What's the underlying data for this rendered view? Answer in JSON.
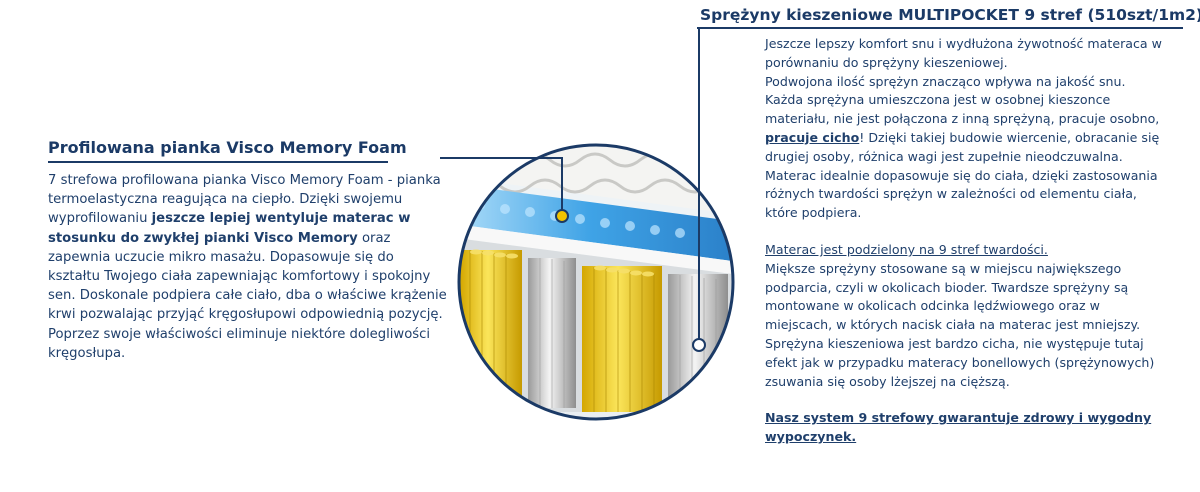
{
  "left": {
    "title": "Profilowana pianka Visco Memory Foam",
    "body_1": "7 strefowa profilowana pianka Visco Memory Foam - pianka termoelastyczna reagująca na ciepło. Dzięki swojemu wyprofilowaniu ",
    "body_bold": "jeszcze lepiej wentyluje materac w stosunku do zwykłej pianki Visco Memory",
    "body_2": " oraz zapewnia uczucie mikro masażu. Dopasowuje się do kształtu Twojego ciała zapewniając komfortowy i spokojny sen. Doskonale podpiera całe ciało, dba o właściwe krążenie krwi pozwalając przyjąć kręgosłupowi odpowiednią pozycję. Poprzez swoje właściwości eliminuje niektóre dolegliwości kręgosłupa."
  },
  "right": {
    "title": "Sprężyny kieszeniowe MULTIPOCKET  9 stref (510szt/1m2)",
    "p1": "Jeszcze lepszy komfort snu i wydłużona żywotność materaca w porównaniu do sprężyny kieszeniowej.",
    "p2_a": "Podwojona ilość sprężyn znacząco wpływa na jakość snu. Każda sprężyna umieszczona jest w osobnej kieszonce materiału, nie jest połączona z inną sprężyną, pracuje osobno, ",
    "p2_link": "pracuje cicho",
    "p2_b": "! Dzięki takiej budowie wiercenie, obracanie się drugiej osoby, różnica wagi jest zupełnie nieodczuwalna. Materac idealnie dopasowuje się do ciała, dzięki zastosowania różnych twardości sprężyn w zależności od elementu ciała, które podpiera.",
    "zones_heading": "Materac jest podzielony na 9 stref twardości.",
    "zones_body": "Miększe sprężyny stosowane są w miejscu największego podparcia, czyli w okolicach bioder. Twardsze sprężyny są montowane w okolicach odcinka lędźwiowego oraz w miejscach, w których nacisk ciała na materac jest mniejszy. Sprężyna kieszeniowa jest bardzo cicha, nie występuje tutaj efekt jak w przypadku materacy bonellowych (sprężynowych) zsuwania się osoby lżejszej na cięższą.",
    "closing": "Nasz system 9 strefowy gwarantuje zdrowy i wygodny wypoczynek."
  },
  "colors": {
    "text": "#1f3f6b",
    "heading": "#1b3a66",
    "marker": "#f2c300",
    "foam_blue": "#3fa3e6",
    "spring_yellow": "#f5d323"
  }
}
